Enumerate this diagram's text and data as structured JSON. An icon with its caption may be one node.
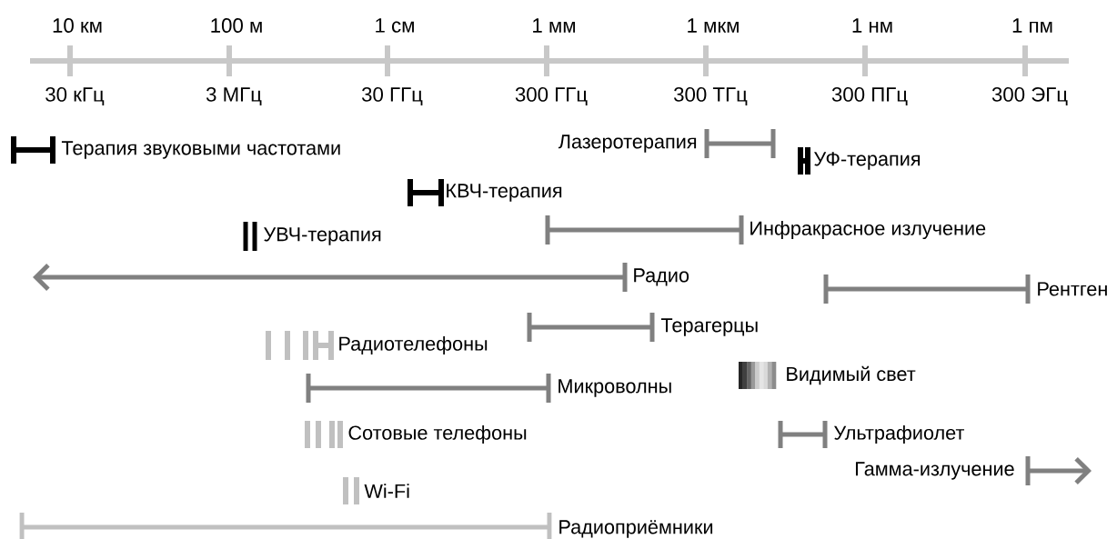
{
  "diagram": {
    "labels": [
      "10 км",
      "100 м",
      "1 см",
      "1 мм",
      "1 мкм",
      "1 нм",
      "1 пм",
      "30 кГц",
      "3 МГц",
      "30 ГГц",
      "300 ГГц",
      "300 ТГц",
      "300 ПГц",
      "300 ЭГц",
      "Терапия звуковыми частотами",
      "Лазеротерапия",
      "УФ-терапия",
      "КВЧ-терапия",
      "УВЧ-терапия",
      "Инфракрасное излучение",
      "Радио",
      "Рентген",
      "Терагерцы",
      "Радиотелефоны",
      "Видимый свет",
      "Микроволны",
      "Сотовые телефоны",
      "Ультрафиолет",
      "Гамма-излучение",
      "Wi-Fi",
      "Радиоприёмники"
    ]
  }
}
